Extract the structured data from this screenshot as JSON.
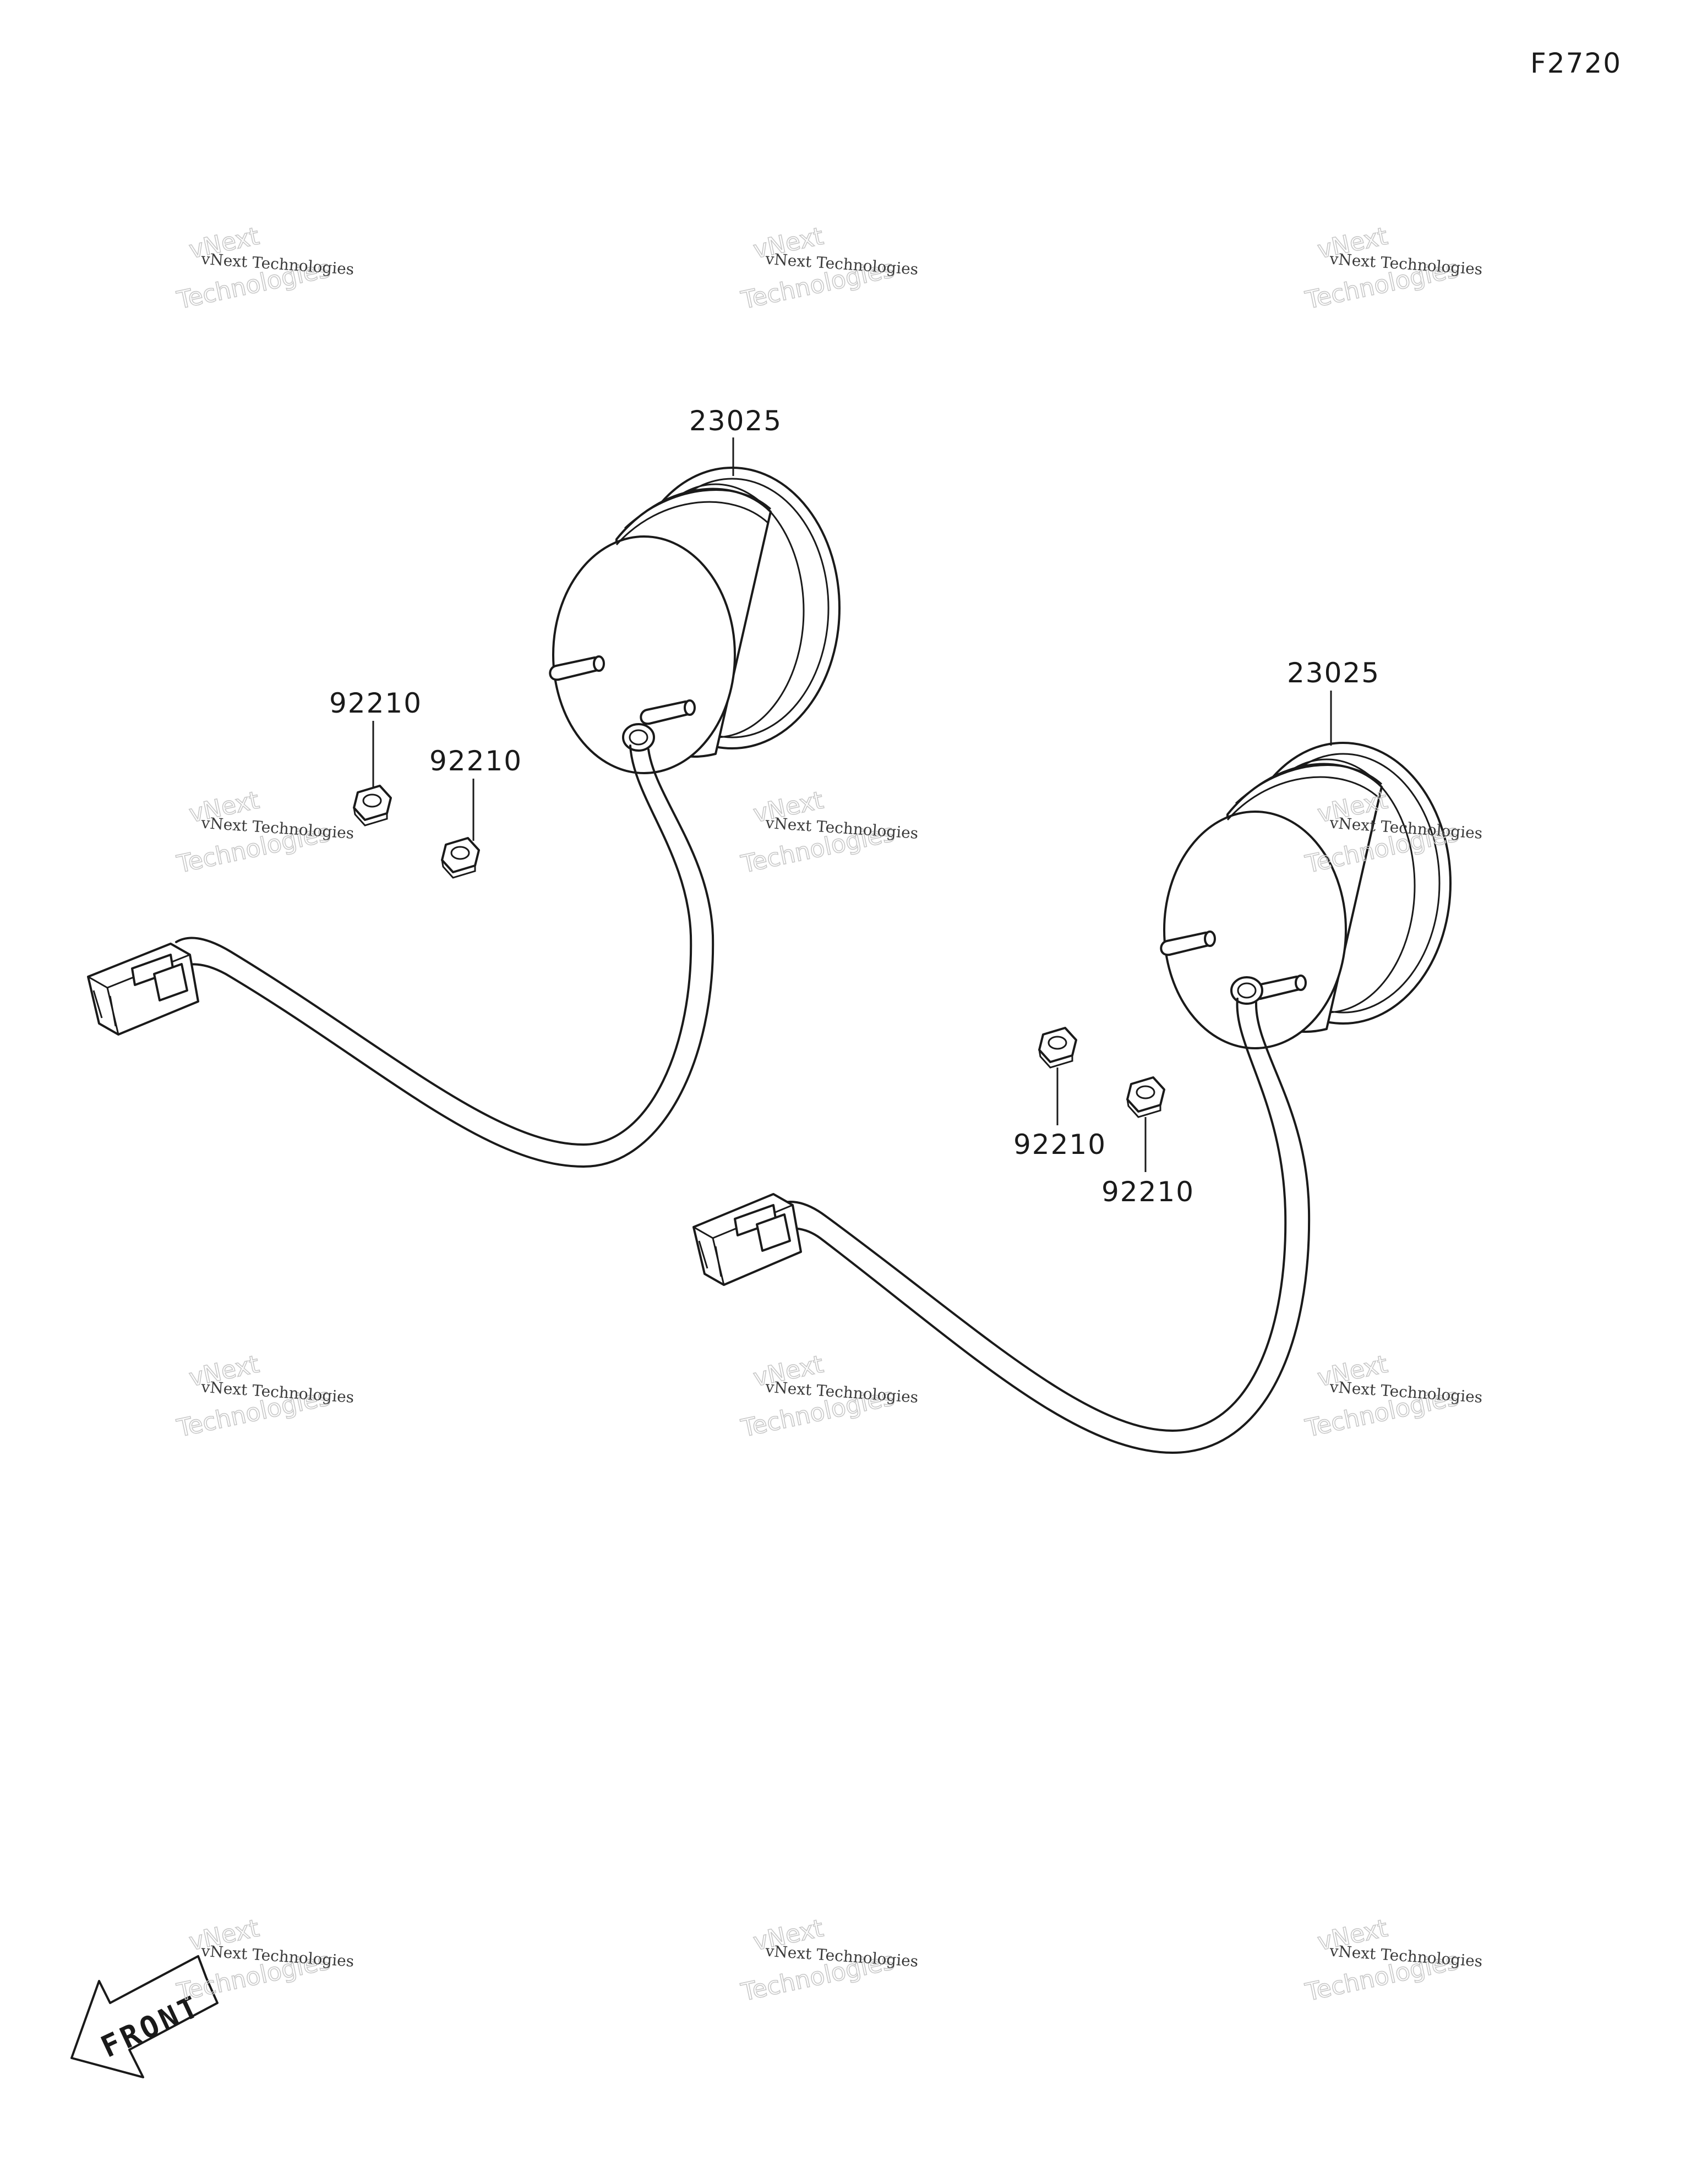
{
  "figure_code": "F2720",
  "watermark": {
    "line1": "vNext Technologies",
    "line2": "vNext",
    "line3": "Technologies"
  },
  "callouts": {
    "lamp_left": "23025",
    "lamp_right": "23025",
    "nut_left_a": "92210",
    "nut_left_b": "92210",
    "nut_right_a": "92210",
    "nut_right_b": "92210"
  },
  "front_arrow": "FRONT"
}
